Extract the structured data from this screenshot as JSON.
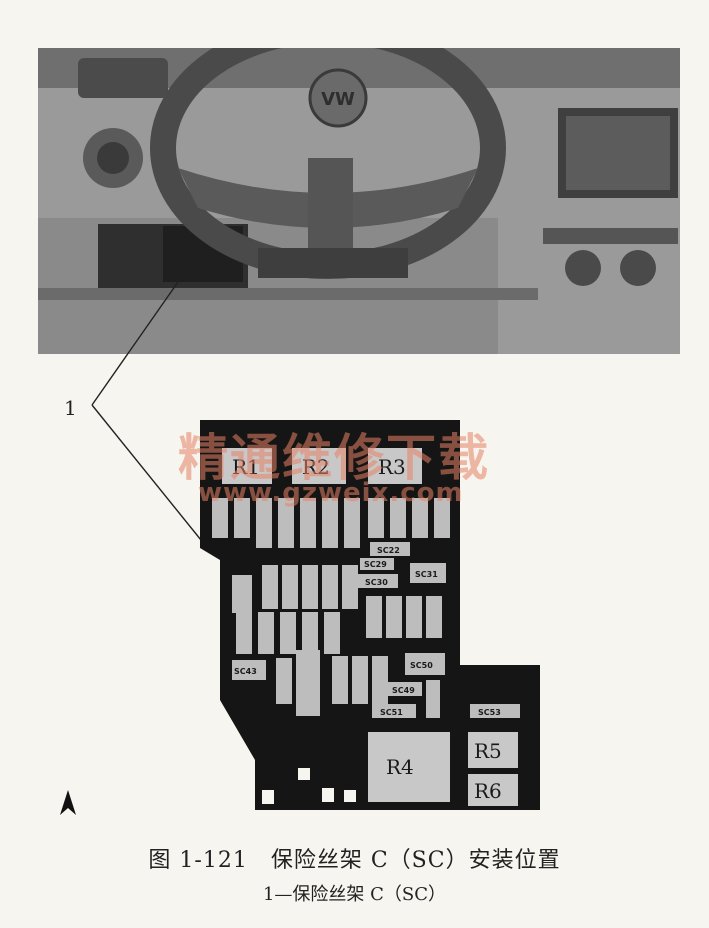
{
  "callout_number": "1",
  "watermark": {
    "line1": "精通维修下载",
    "line2": "www.gzweix.com"
  },
  "relays": [
    "R1",
    "R2",
    "R3",
    "R4",
    "R5",
    "R6"
  ],
  "fuses": {
    "sc_small": [
      "SC22",
      "SC29",
      "SC30",
      "SC31",
      "SC50",
      "SC51",
      "SC53",
      "SC49",
      "SC43"
    ]
  },
  "dashboard_logo": "VW",
  "caption": "图 1-121　保险丝架 C（SC）安装位置",
  "subcaption": "1—保险丝架 C（SC）",
  "colors": {
    "block": "#151515",
    "fuse": "#bdbdbd",
    "relay": "#c8c8c8",
    "watermark": "#e6826a"
  }
}
